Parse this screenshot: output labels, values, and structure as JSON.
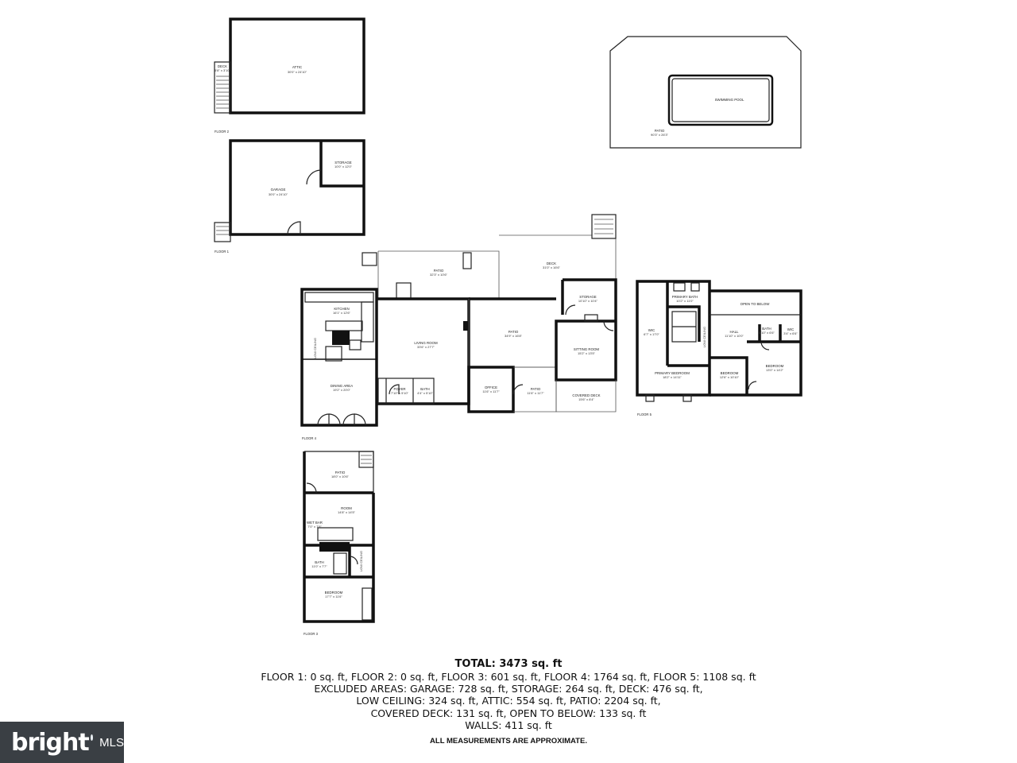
{
  "floors": {
    "floor2": {
      "label": "FLOOR 2",
      "rooms": [
        {
          "name": "ATTIC",
          "dims": "30'0\" x 24'10\""
        },
        {
          "name": "DECK",
          "dims": "5'8\" x 3'10\""
        }
      ]
    },
    "floor1": {
      "label": "FLOOR 1",
      "rooms": [
        {
          "name": "GARAGE",
          "dims": "30'0\" x 24'10\""
        },
        {
          "name": "STORAGE",
          "dims": "10'0\" x 12'0\""
        }
      ]
    },
    "pool": {
      "rooms": [
        {
          "name": "SWIMMING POOL",
          "dims": ""
        },
        {
          "name": "PATIO",
          "dims": "90'3\" x 26'3\""
        }
      ]
    },
    "floor4": {
      "label": "FLOOR 4",
      "rooms": [
        {
          "name": "PATIO",
          "dims": "32'3\" x 10'6\""
        },
        {
          "name": "DECK",
          "dims": "31'0\" x 16'6\""
        },
        {
          "name": "KITCHEN",
          "dims": "16'1\" x 12'6\""
        },
        {
          "name": "LIVING ROOM",
          "dims": "33'6\" x 27'7\""
        },
        {
          "name": "PATIO",
          "dims": "34'9\" x 16'8\""
        },
        {
          "name": "STORAGE",
          "dims": "10'10\" x 10'4\""
        },
        {
          "name": "SITTING ROOM",
          "dims": "15'2\" x 13'5\""
        },
        {
          "name": "DINING AREA",
          "dims": "19'2\" x 20'0\""
        },
        {
          "name": "FOYER",
          "dims": "7'10\" x 5'10\""
        },
        {
          "name": "BATH",
          "dims": "4'4\" x 5'10\""
        },
        {
          "name": "OFFICE",
          "dims": "11'6\" x 11'7\""
        },
        {
          "name": "PATIO",
          "dims": "11'6\" x 11'7\""
        },
        {
          "name": "COVERED DECK",
          "dims": "15'6\" x 8'4\""
        }
      ],
      "ceiling_note": "LOW CEILING"
    },
    "floor5": {
      "label": "FLOOR 5",
      "rooms": [
        {
          "name": "PRIMARY BATH",
          "dims": "10'2\" x 11'0\""
        },
        {
          "name": "OPEN TO BELOW",
          "dims": ""
        },
        {
          "name": "WIC",
          "dims": "6'7\" x 17'0\""
        },
        {
          "name": "HALL",
          "dims": "11'10\" x 10'0\""
        },
        {
          "name": "BATH",
          "dims": "5'10\" x 6'6\""
        },
        {
          "name": "WIC",
          "dims": "3'4\" x 6'6\""
        },
        {
          "name": "PRIMARY BEDROOM",
          "dims": "18'2\" x 14'11\""
        },
        {
          "name": "BEDROOM",
          "dims": "12'6\" x 10'10\""
        },
        {
          "name": "BEDROOM",
          "dims": "13'0\" x 14'2\""
        }
      ],
      "ceiling_note": "LOW CEILING"
    },
    "floor3": {
      "label": "FLOOR 3",
      "rooms": [
        {
          "name": "PATIO",
          "dims": "18'0\" x 10'6\""
        },
        {
          "name": "ROOM",
          "dims": "14'8\" x 14'5\""
        },
        {
          "name": "WET BAR",
          "dims": "7'0\" x 7'9\""
        },
        {
          "name": "BATH",
          "dims": "11'0\" x 7'7\""
        },
        {
          "name": "BEDROOM",
          "dims": "17'7\" x 11'6\""
        }
      ],
      "ceiling_note": "LOW CEILING"
    }
  },
  "totals": {
    "title": "TOTAL: 3473 sq. ft",
    "lines": [
      "FLOOR 1: 0 sq. ft, FLOOR 2: 0 sq. ft, FLOOR 3: 601 sq. ft, FLOOR 4: 1764 sq. ft, FLOOR 5: 1108 sq. ft",
      "EXCLUDED AREAS: GARAGE: 728 sq. ft, STORAGE: 264 sq. ft, DECK: 476 sq. ft,",
      "LOW CEILING: 324 sq. ft, ATTIC: 554 sq. ft, PATIO: 2204 sq. ft,",
      "COVERED DECK: 131 sq. ft, OPEN TO BELOW: 133 sq. ft",
      "WALLS: 411 sq. ft"
    ]
  },
  "disclaimer": "ALL MEASUREMENTS ARE APPROXIMATE.",
  "logo": {
    "brand": "bright",
    "suffix": "MLS",
    "bg_color": "#3a3f44"
  }
}
